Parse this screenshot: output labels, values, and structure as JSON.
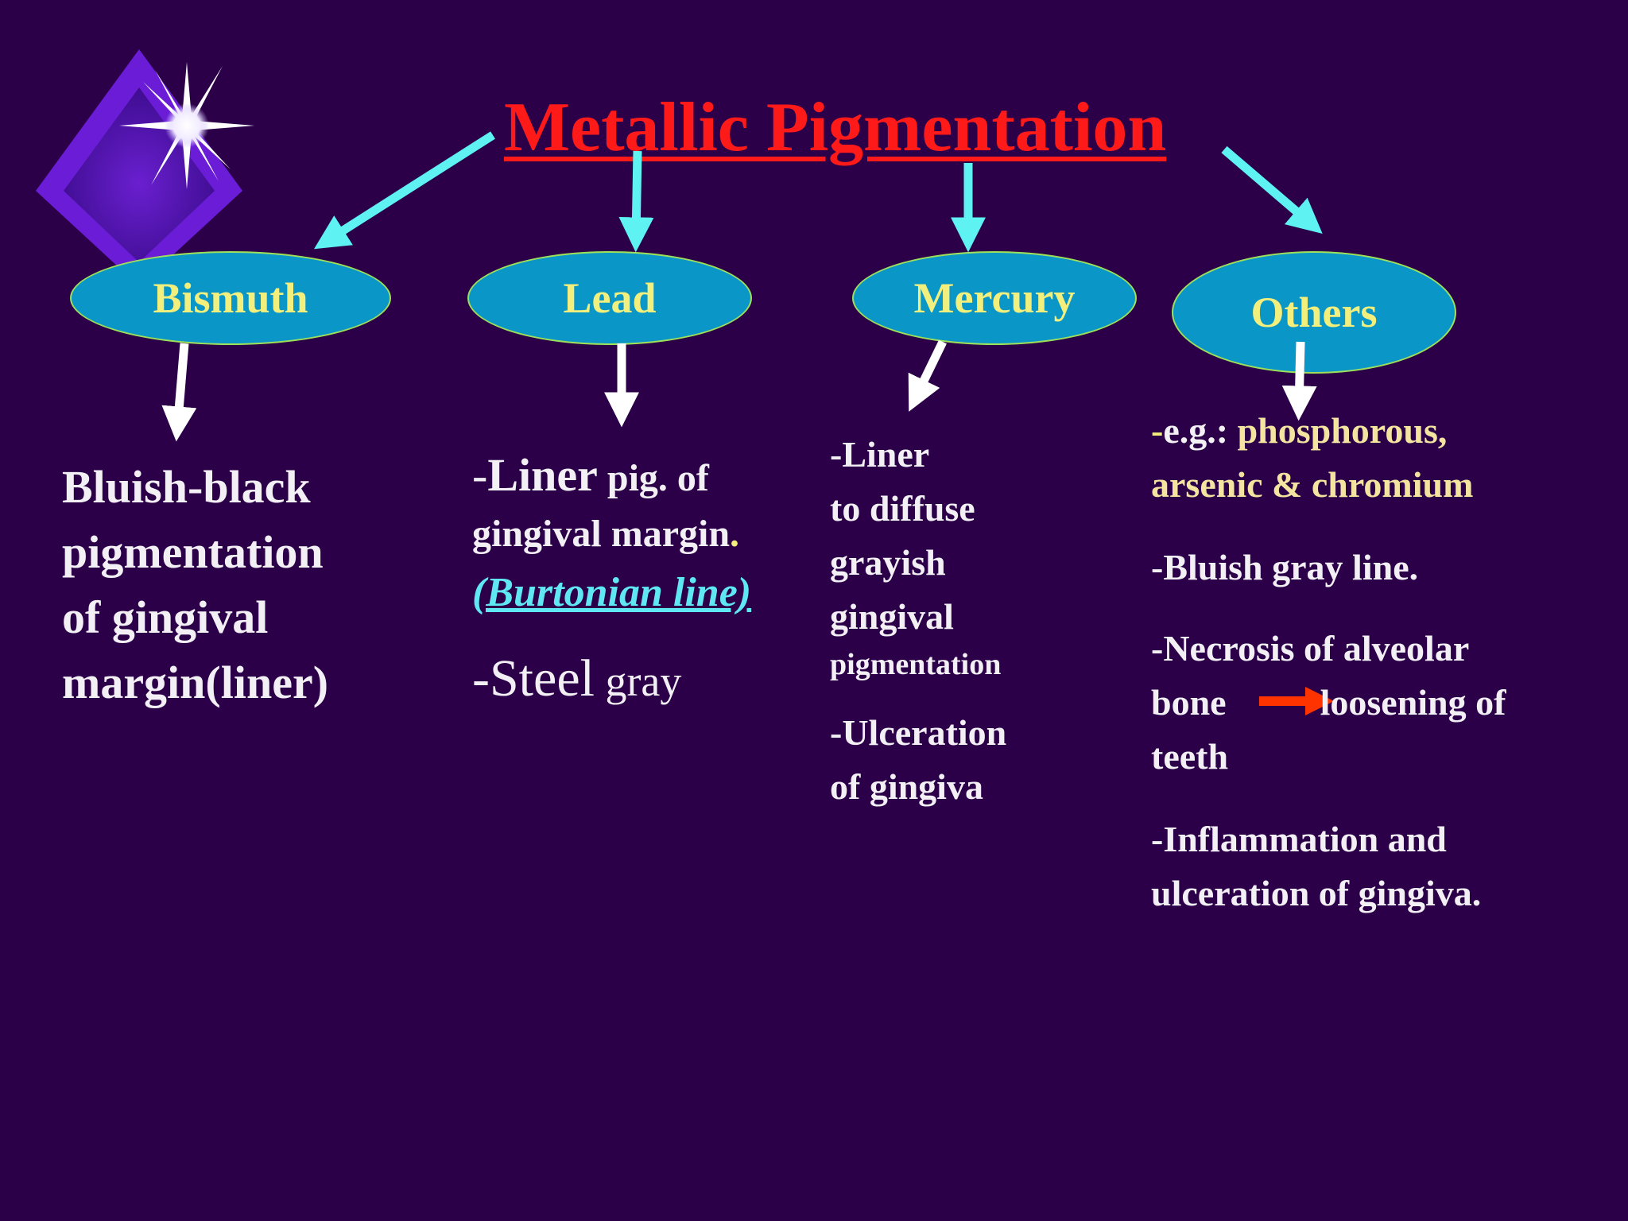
{
  "title": "Metallic Pigmentation",
  "nodes": {
    "bismuth": "Bismuth",
    "lead": "Lead",
    "mercury": "Mercury",
    "others": "Others"
  },
  "bismuth_desc": {
    "line1": "Bluish-black",
    "line2": "pigmentation",
    "line3": "of  gingival",
    "line4": "margin(liner)"
  },
  "lead_desc": {
    "dash1": "-",
    "liner": "Liner",
    "pig_of": " pig. of",
    "margin": "gingival margin",
    "period": ".",
    "burtonian": "(Burtonian line)",
    "steel": "-Steel",
    "gray": " gray"
  },
  "mercury_desc": {
    "line1": "-Liner",
    "line2": "to diffuse",
    "line3": "grayish",
    "line4": "gingival",
    "line5": "pigmentation",
    "line6": "-Ulceration",
    "line7": "of  gingiva"
  },
  "others_desc": {
    "dash": "-",
    "eg": "e.g.: ",
    "phos": "phosphorous,",
    "arsenic": "arsenic & chromium",
    "bluish": "-Bluish gray line.",
    "necrosis": "-Necrosis of  alveolar",
    "bone": "bone",
    "loosening": "loosening of",
    "teeth": "teeth",
    "inflammation": "-Inflammation and",
    "ulceration": "ulceration of  gingiva."
  },
  "colors": {
    "background": "#2b0048",
    "title": "#ff1a1a",
    "node_fill": "#0b96c8",
    "node_text": "#f2ef7c",
    "arrow_cyan": "#5ff2f2",
    "arrow_white": "#ffffff",
    "arrow_red": "#ff3300"
  },
  "icons": [
    "diamond-star-icon"
  ]
}
